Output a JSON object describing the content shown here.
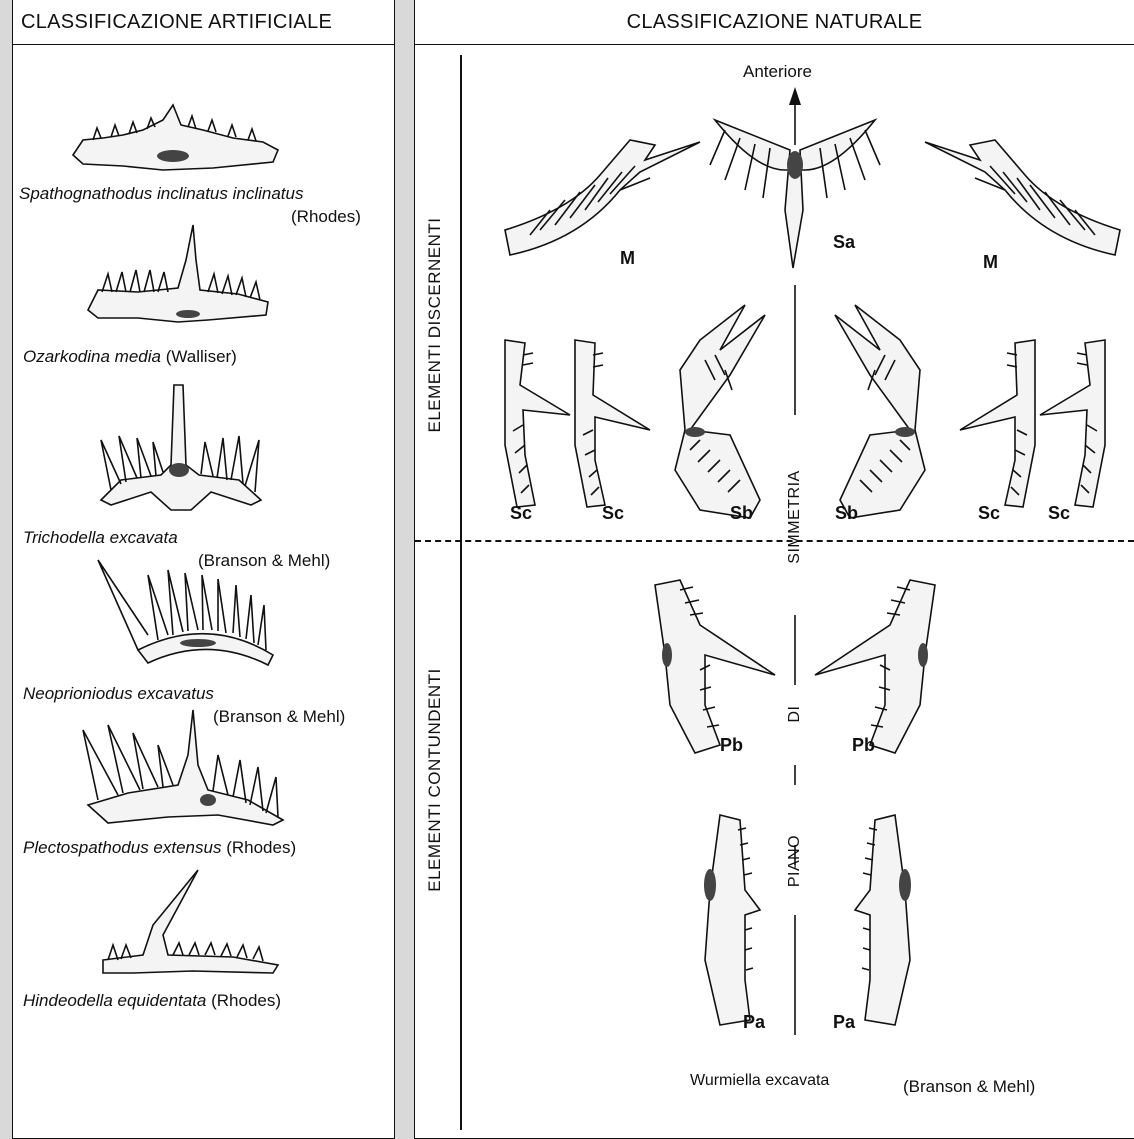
{
  "left": {
    "header": "CLASSIFICAZIONE ARTIFICIALE",
    "species": [
      {
        "name": "Spathognathodus inclinatus inclinatus",
        "author": "(Rhodes)"
      },
      {
        "name": "Ozarkodina media",
        "author": "(Walliser)"
      },
      {
        "name": "Trichodella excavata",
        "author": "(Branson & Mehl)"
      },
      {
        "name": "Neoprioniodus excavatus",
        "author": "(Branson & Mehl)"
      },
      {
        "name": "Plectospathodus extensus",
        "author": "(Rhodes)"
      },
      {
        "name": "Hindeodella equidentata",
        "author": "(Rhodes)"
      }
    ]
  },
  "right": {
    "header": "CLASSIFICAZIONE NATURALE",
    "anterior": "Anteriore",
    "group_top": "ELEMENTI DISCERNENTI",
    "group_bottom": "ELEMENTI CONTUNDENTI",
    "axis_words": [
      "SIMMETRIA",
      "DI",
      "PIANO"
    ],
    "labels": {
      "M": "M",
      "Sa": "Sa",
      "Sb": "Sb",
      "Sc": "Sc",
      "Pb": "Pb",
      "Pa": "Pa"
    },
    "species": "Wurmiella excavata",
    "author": "(Branson & Mehl)"
  }
}
